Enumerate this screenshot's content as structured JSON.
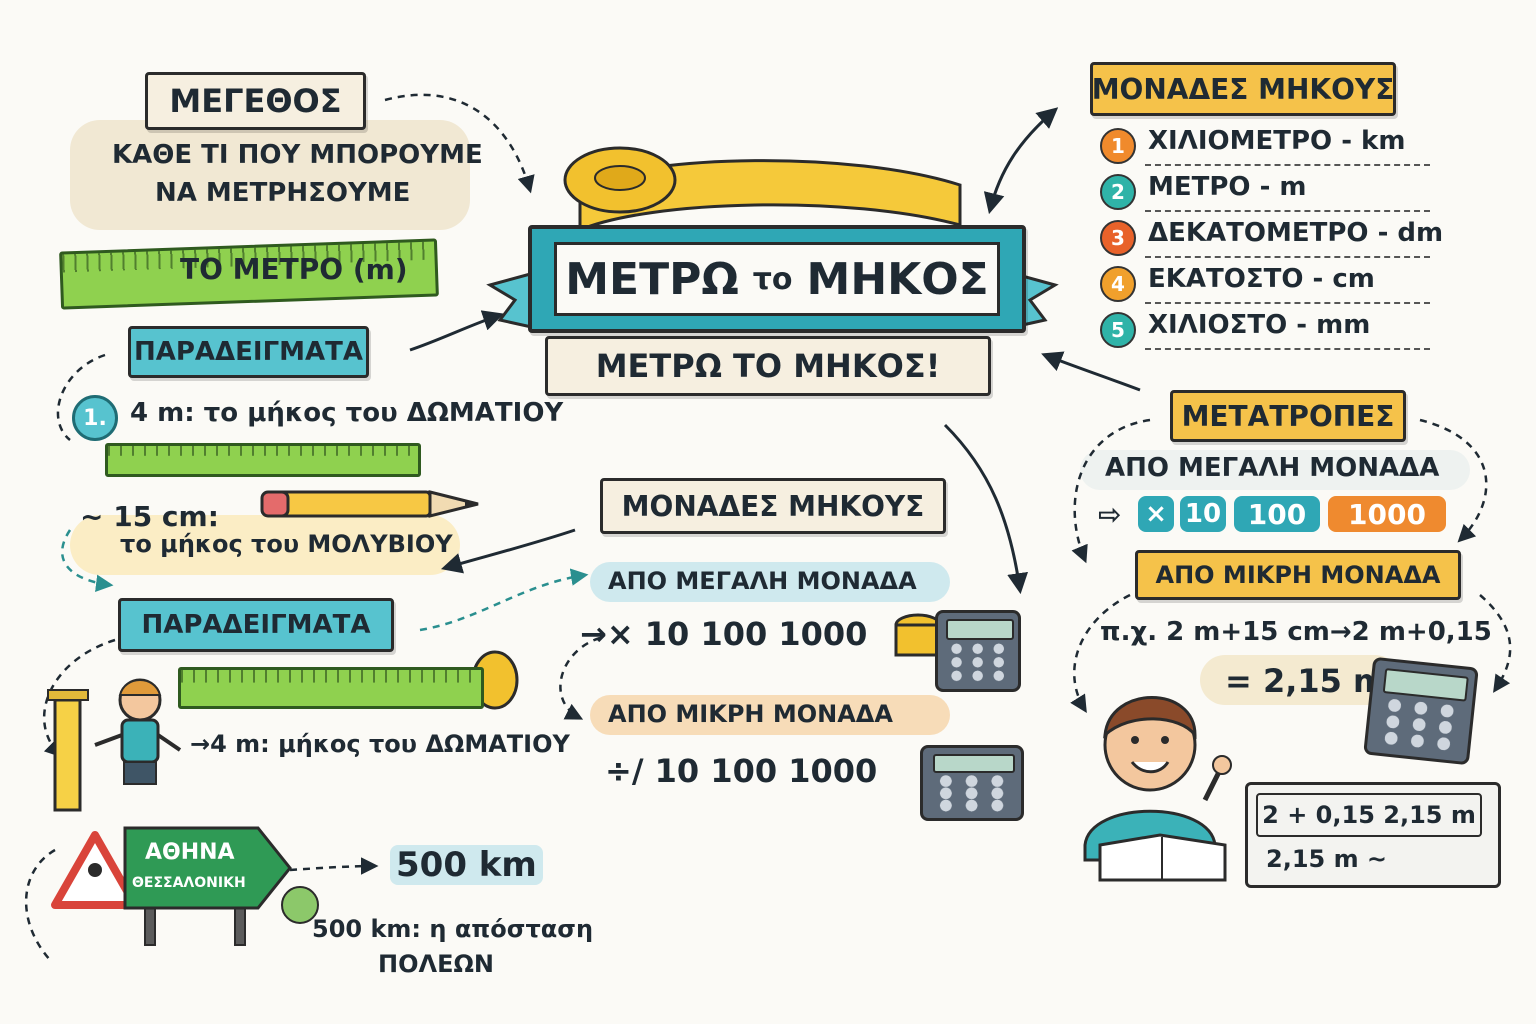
{
  "title": {
    "main_1": "ΜΕΤΡΩ",
    "main_2": "το",
    "main_3": "ΜΗΚΟΣ",
    "sub": "ΜΕΤΡΩ ΤΟ ΜΗΚΟΣ!"
  },
  "size": {
    "banner": "ΜΕΓΕΘΟΣ",
    "line1": "ΚΑΘΕ ΤΙ ΠΟΥ ΜΠΟΡΟΥΜΕ",
    "line2": "ΝΑ ΜΕΤΡΗΣΟΥΜΕ"
  },
  "meter_ruler": {
    "label": "ΤΟ ΜΕΤΡΟ (m)"
  },
  "examples1": {
    "banner": "ΠΑΡΑΔΕΙΓΜΑΤΑ",
    "num": "1.",
    "item1": "4 m: το μήκος του ΔΩΜΑΤΙΟΥ",
    "item2_a": "~ 15 cm:",
    "item2_b": "το μήκος του ΜΟΛΥΒΙΟΥ"
  },
  "examples2": {
    "banner": "ΠΑΡΑΔΕΙΓΜΑΤΑ",
    "room": "→4 m: μήκος του ΔΩΜΑΤΙΟΥ",
    "sign_1": "ΑΘΗΝΑ",
    "sign_2": "ΘΕΣΣΑΛΟΝΙΚΗ",
    "distance": "500 km",
    "dist_1": "500 km: η απόσταση",
    "dist_2": "ΠΟΛΕΩΝ"
  },
  "units_list": {
    "banner": "ΜΟΝΑΔΕΣ ΜΗΚΟΥΣ",
    "items": [
      {
        "n": "1",
        "label": "ΧΙΛΙΟΜΕΤΡΟ - km",
        "color": "#f08a2c"
      },
      {
        "n": "2",
        "label": "ΜΕΤΡΟ - m",
        "color": "#2fb3a8"
      },
      {
        "n": "3",
        "label": "ΔΕΚΑΤΟΜΕΤΡΟ - dm",
        "color": "#e8622a"
      },
      {
        "n": "4",
        "label": "ΕΚΑΤΟΣΤΟ - cm",
        "color": "#f0a02c"
      },
      {
        "n": "5",
        "label": "ΧΙΛΙΟΣΤΟ - mm",
        "color": "#2fb3a8"
      }
    ]
  },
  "units_center": {
    "banner": "ΜΟΝΑΔΕΣ ΜΗΚΟΥΣ",
    "big": "ΑΠΟ ΜΕΓΑΛΗ ΜΟΝΑΔΑ",
    "mult": "→× 10 100 1000",
    "small": "ΑΠΟ ΜΙΚΡΗ ΜΟΝΑΔΑ",
    "div": "÷/ 10 100 1000"
  },
  "conversions": {
    "banner": "ΜΕΤΑΤΡΟΠΕΣ",
    "big": "ΑΠΟ ΜΕΓΑΛΗ ΜΟΝΑΔΑ",
    "pills": [
      "×",
      "10",
      "100",
      "1000"
    ],
    "small": "ΑΠΟ ΜΙΚΡΗ ΜΟΝΑΔΑ",
    "example": "π.χ. 2 m+15 cm→2 m+0,15",
    "result": "= 2,15 m",
    "board_1": "2 + 0,15  2,15 m",
    "board_2": "2,15 m ~"
  },
  "colors": {
    "teal": "#57c3cf",
    "gold": "#f5c24a",
    "green": "#8fd14f",
    "orange": "#f08a2c"
  }
}
